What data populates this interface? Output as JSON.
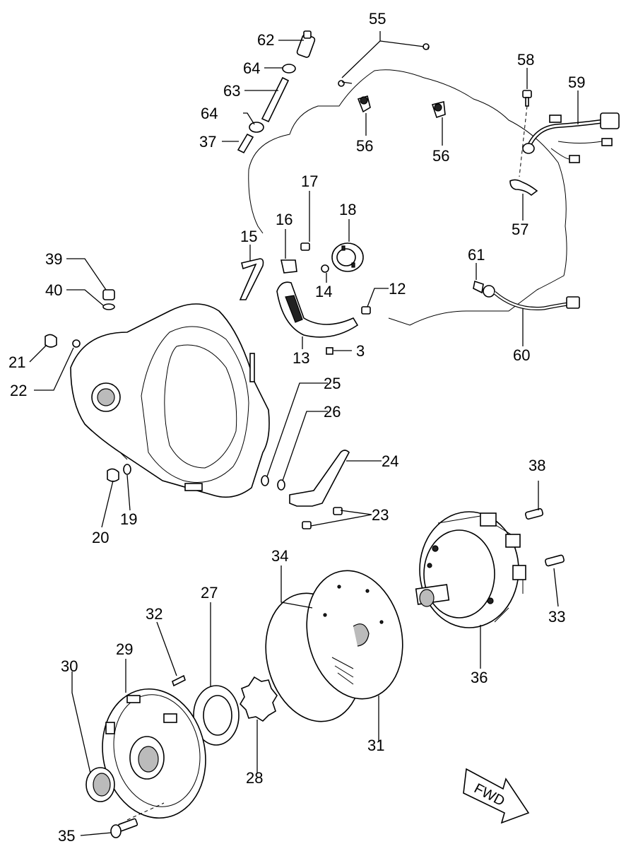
{
  "diagram": {
    "callouts": {
      "n62": "62",
      "n64a": "64",
      "n63": "63",
      "n64b": "64",
      "n37": "37",
      "n55": "55",
      "n56a": "56",
      "n56b": "56",
      "n58": "58",
      "n59": "59",
      "n57": "57",
      "n17": "17",
      "n16": "16",
      "n18": "18",
      "n15": "15",
      "n14": "14",
      "n12": "12",
      "n13": "13",
      "n3": "3",
      "n61": "61",
      "n60": "60",
      "n39": "39",
      "n40": "40",
      "n21": "21",
      "n22": "22",
      "n25": "25",
      "n26": "26",
      "n24": "24",
      "n23": "23",
      "n20": "20",
      "n19": "19",
      "n38": "38",
      "n33": "33",
      "n36": "36",
      "n34": "34",
      "n31": "31",
      "n27": "27",
      "n32": "32",
      "n29": "29",
      "n30": "30",
      "n28": "28",
      "n35": "35"
    },
    "fwd_label": "FWD"
  }
}
